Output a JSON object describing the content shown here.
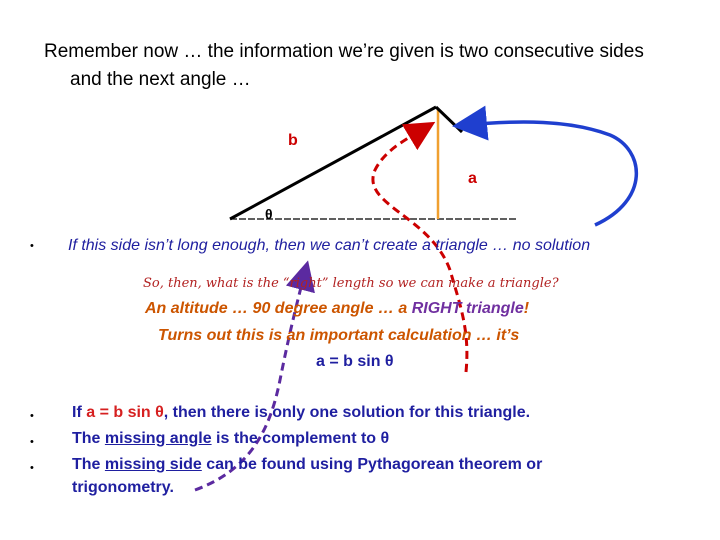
{
  "title": {
    "line1": "Remember now … the information we’re given is two consecutive sides",
    "line2": "and the next angle …"
  },
  "diagram": {
    "label_b": "b",
    "label_a": "a",
    "label_theta": "θ",
    "colors": {
      "side_b": "#000000",
      "altitude": "#f0a030",
      "label_b": "#cc0000",
      "label_a": "#cc0000",
      "arrow_red": "#cc0000",
      "arrow_blue": "#1f3fcf",
      "arrow_purple": "#5b2aa0"
    }
  },
  "bullet1": {
    "marker": "•",
    "text": "If this side isn’t long enough, then we can’t create a triangle … no solution"
  },
  "note": "So, then, what is the “right” length so we can make a triangle?",
  "altitude": {
    "part1": "An altitude … 90 degree angle … a ",
    "part2": "RIGHT triangle",
    "part3": "!",
    "line2": "Turns out this is an important calculation … it’s",
    "line3": "a = b sin θ"
  },
  "bullets2": [
    {
      "marker": "•",
      "pre": "If ",
      "highlight": "a = b sin θ",
      "post": ", then there is only one solution for this triangle."
    },
    {
      "marker": "•",
      "pre": "The ",
      "underlined": "missing angle",
      "post": " is the complement to θ"
    },
    {
      "marker": "•",
      "pre": "The ",
      "underlined": "missing side",
      "post": " can be found using Pythagorean theorem or",
      "line2": "trigonometry."
    }
  ]
}
